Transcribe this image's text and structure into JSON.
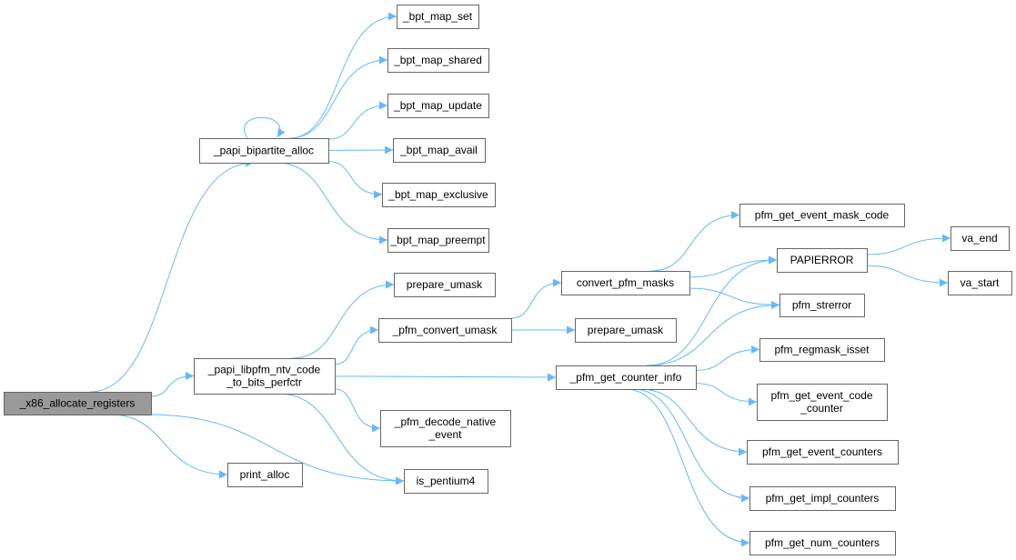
{
  "graph": {
    "type": "call-graph",
    "root": "x86",
    "edge_color": "#63b8ff",
    "root_fill": "#999999",
    "nodes": [
      {
        "id": "x86",
        "lines": [
          "_x86_allocate_registers"
        ]
      },
      {
        "id": "bip",
        "lines": [
          "_papi_bipartite_alloc"
        ]
      },
      {
        "id": "set",
        "lines": [
          "_bpt_map_set"
        ]
      },
      {
        "id": "shared",
        "lines": [
          "_bpt_map_shared"
        ]
      },
      {
        "id": "update",
        "lines": [
          "_bpt_map_update"
        ]
      },
      {
        "id": "avail",
        "lines": [
          "_bpt_map_avail"
        ]
      },
      {
        "id": "excl",
        "lines": [
          "_bpt_map_exclusive"
        ]
      },
      {
        "id": "preempt",
        "lines": [
          "_bpt_map_preempt"
        ]
      },
      {
        "id": "libpfm",
        "lines": [
          "_papi_libpfm_ntv_code",
          "_to_bits_perfctr"
        ]
      },
      {
        "id": "prep1",
        "lines": [
          "prepare_umask"
        ]
      },
      {
        "id": "convu",
        "lines": [
          "_pfm_convert_umask"
        ]
      },
      {
        "id": "decode",
        "lines": [
          "_pfm_decode_native",
          "_event"
        ]
      },
      {
        "id": "print",
        "lines": [
          "print_alloc"
        ]
      },
      {
        "id": "p4",
        "lines": [
          "is_pentium4"
        ]
      },
      {
        "id": "convm",
        "lines": [
          "convert_pfm_masks"
        ]
      },
      {
        "id": "prep2",
        "lines": [
          "prepare_umask"
        ]
      },
      {
        "id": "gci",
        "lines": [
          "_pfm_get_counter_info"
        ]
      },
      {
        "id": "mask",
        "lines": [
          "pfm_get_event_mask_code"
        ]
      },
      {
        "id": "papierr",
        "lines": [
          "PAPIERROR"
        ]
      },
      {
        "id": "strerr",
        "lines": [
          "pfm_strerror"
        ]
      },
      {
        "id": "regmask",
        "lines": [
          "pfm_regmask_isset"
        ]
      },
      {
        "id": "codecnt",
        "lines": [
          "pfm_get_event_code",
          "_counter"
        ]
      },
      {
        "id": "evcnt",
        "lines": [
          "pfm_get_event_counters"
        ]
      },
      {
        "id": "impl",
        "lines": [
          "pfm_get_impl_counters"
        ]
      },
      {
        "id": "num",
        "lines": [
          "pfm_get_num_counters"
        ]
      },
      {
        "id": "vaend",
        "lines": [
          "va_end"
        ]
      },
      {
        "id": "vastart",
        "lines": [
          "va_start"
        ]
      }
    ],
    "edges": [
      [
        "x86",
        "bip"
      ],
      [
        "x86",
        "libpfm"
      ],
      [
        "x86",
        "print"
      ],
      [
        "x86",
        "p4"
      ],
      [
        "bip",
        "bip"
      ],
      [
        "bip",
        "set"
      ],
      [
        "bip",
        "shared"
      ],
      [
        "bip",
        "update"
      ],
      [
        "bip",
        "avail"
      ],
      [
        "bip",
        "excl"
      ],
      [
        "bip",
        "preempt"
      ],
      [
        "libpfm",
        "prep1"
      ],
      [
        "libpfm",
        "convu"
      ],
      [
        "libpfm",
        "gci"
      ],
      [
        "libpfm",
        "decode"
      ],
      [
        "libpfm",
        "p4"
      ],
      [
        "convu",
        "convm"
      ],
      [
        "convu",
        "prep2"
      ],
      [
        "convm",
        "mask"
      ],
      [
        "convm",
        "papierr"
      ],
      [
        "convm",
        "strerr"
      ],
      [
        "papierr",
        "vaend"
      ],
      [
        "papierr",
        "vastart"
      ],
      [
        "gci",
        "papierr"
      ],
      [
        "gci",
        "strerr"
      ],
      [
        "gci",
        "regmask"
      ],
      [
        "gci",
        "codecnt"
      ],
      [
        "gci",
        "evcnt"
      ],
      [
        "gci",
        "impl"
      ],
      [
        "gci",
        "num"
      ]
    ]
  }
}
